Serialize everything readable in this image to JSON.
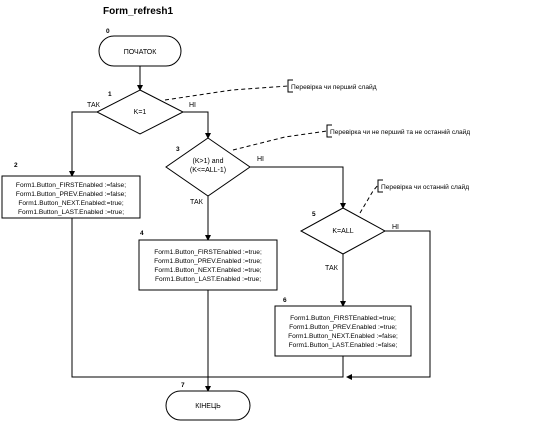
{
  "title": "Form_refresh1",
  "nodes": {
    "start": {
      "number": "0",
      "label": "ПОЧАТОК"
    },
    "decision1": {
      "number": "1",
      "label": "K=1",
      "yes": "ТАК",
      "no": "НІ",
      "comment": "Перевірка чи перший слайд"
    },
    "process2": {
      "number": "2",
      "lines": [
        "Form1.Button_FIRSTEnabled :=false;",
        "Form1.Button_PREV.Enabled :=false;",
        "Form1.Button_NEXT.Enabled:=true;",
        "Form1.Button_LAST.Enabled :=true;"
      ]
    },
    "decision3": {
      "number": "3",
      "line1": "(K>1) and",
      "line2": "(K<=ALL-1)",
      "yes": "ТАК",
      "no": "НІ",
      "comment": "Перевірка чи не перший та не останній слайд"
    },
    "process4": {
      "number": "4",
      "lines": [
        "Form1.Button_FIRSTEnabled :=true;",
        "Form1.Button_PREV.Enabled :=true;",
        "Form1.Button_NEXT.Enabled :=true;",
        "Form1.Button_LAST.Enabled :=true;"
      ]
    },
    "decision5": {
      "number": "5",
      "label": "K=ALL",
      "yes": "ТАК",
      "no": "НІ",
      "comment": "Перевірка чи останній слайд"
    },
    "process6": {
      "number": "6",
      "lines": [
        "Form1.Button_FIRSTEnabled:=true;",
        "Form1.Button_PREV.Enabled :=true;",
        "Form1.Button_NEXT.Enabled :=false;",
        "Form1.Button_LAST.Enabled :=false;"
      ]
    },
    "end": {
      "number": "7",
      "label": "КІНЕЦЬ"
    }
  }
}
